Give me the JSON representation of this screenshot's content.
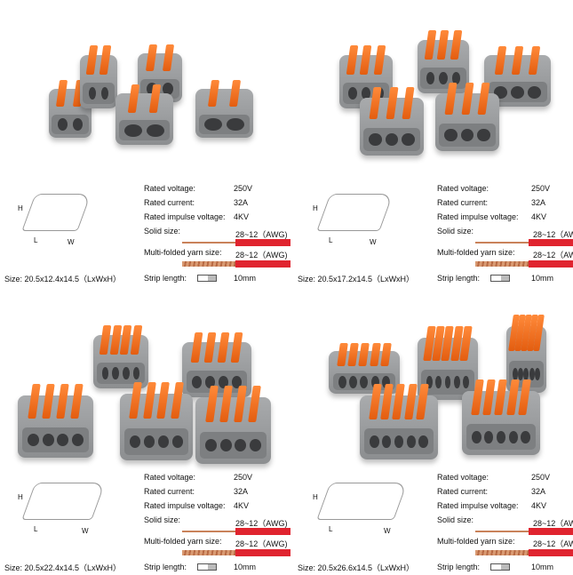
{
  "colors": {
    "housing": "#9a9c9e",
    "lever": "#f07020",
    "insulation": "#e0242f",
    "copper": "#c9825a"
  },
  "panels": [
    {
      "poles": 2,
      "size": "Size:  20.5x12.4x14.5（LxWxH）"
    },
    {
      "poles": 3,
      "size": "Size:  20.5x17.2x14.5（LxWxH）"
    },
    {
      "poles": 4,
      "size": "Size:  20.5x22.4x14.5（LxWxH）"
    },
    {
      "poles": 5,
      "size": "Size:  20.5x26.6x14.5（LxWxH）"
    }
  ],
  "specs": {
    "rated_voltage_label": "Rated voltage:",
    "rated_voltage": "250V",
    "rated_current_label": "Rated current:",
    "rated_current": "32A",
    "impulse_label": "Rated impulse voltage:",
    "impulse": "4KV",
    "solid_label": "Solid size:",
    "solid": "28~12（AWG)",
    "multi_label": "Multi-folded yarn size:",
    "multi": "28~12（AWG)",
    "strip_label": "Strip length:",
    "strip": "10mm"
  },
  "dimension_labels": {
    "h": "H",
    "l": "L",
    "w": "W"
  }
}
